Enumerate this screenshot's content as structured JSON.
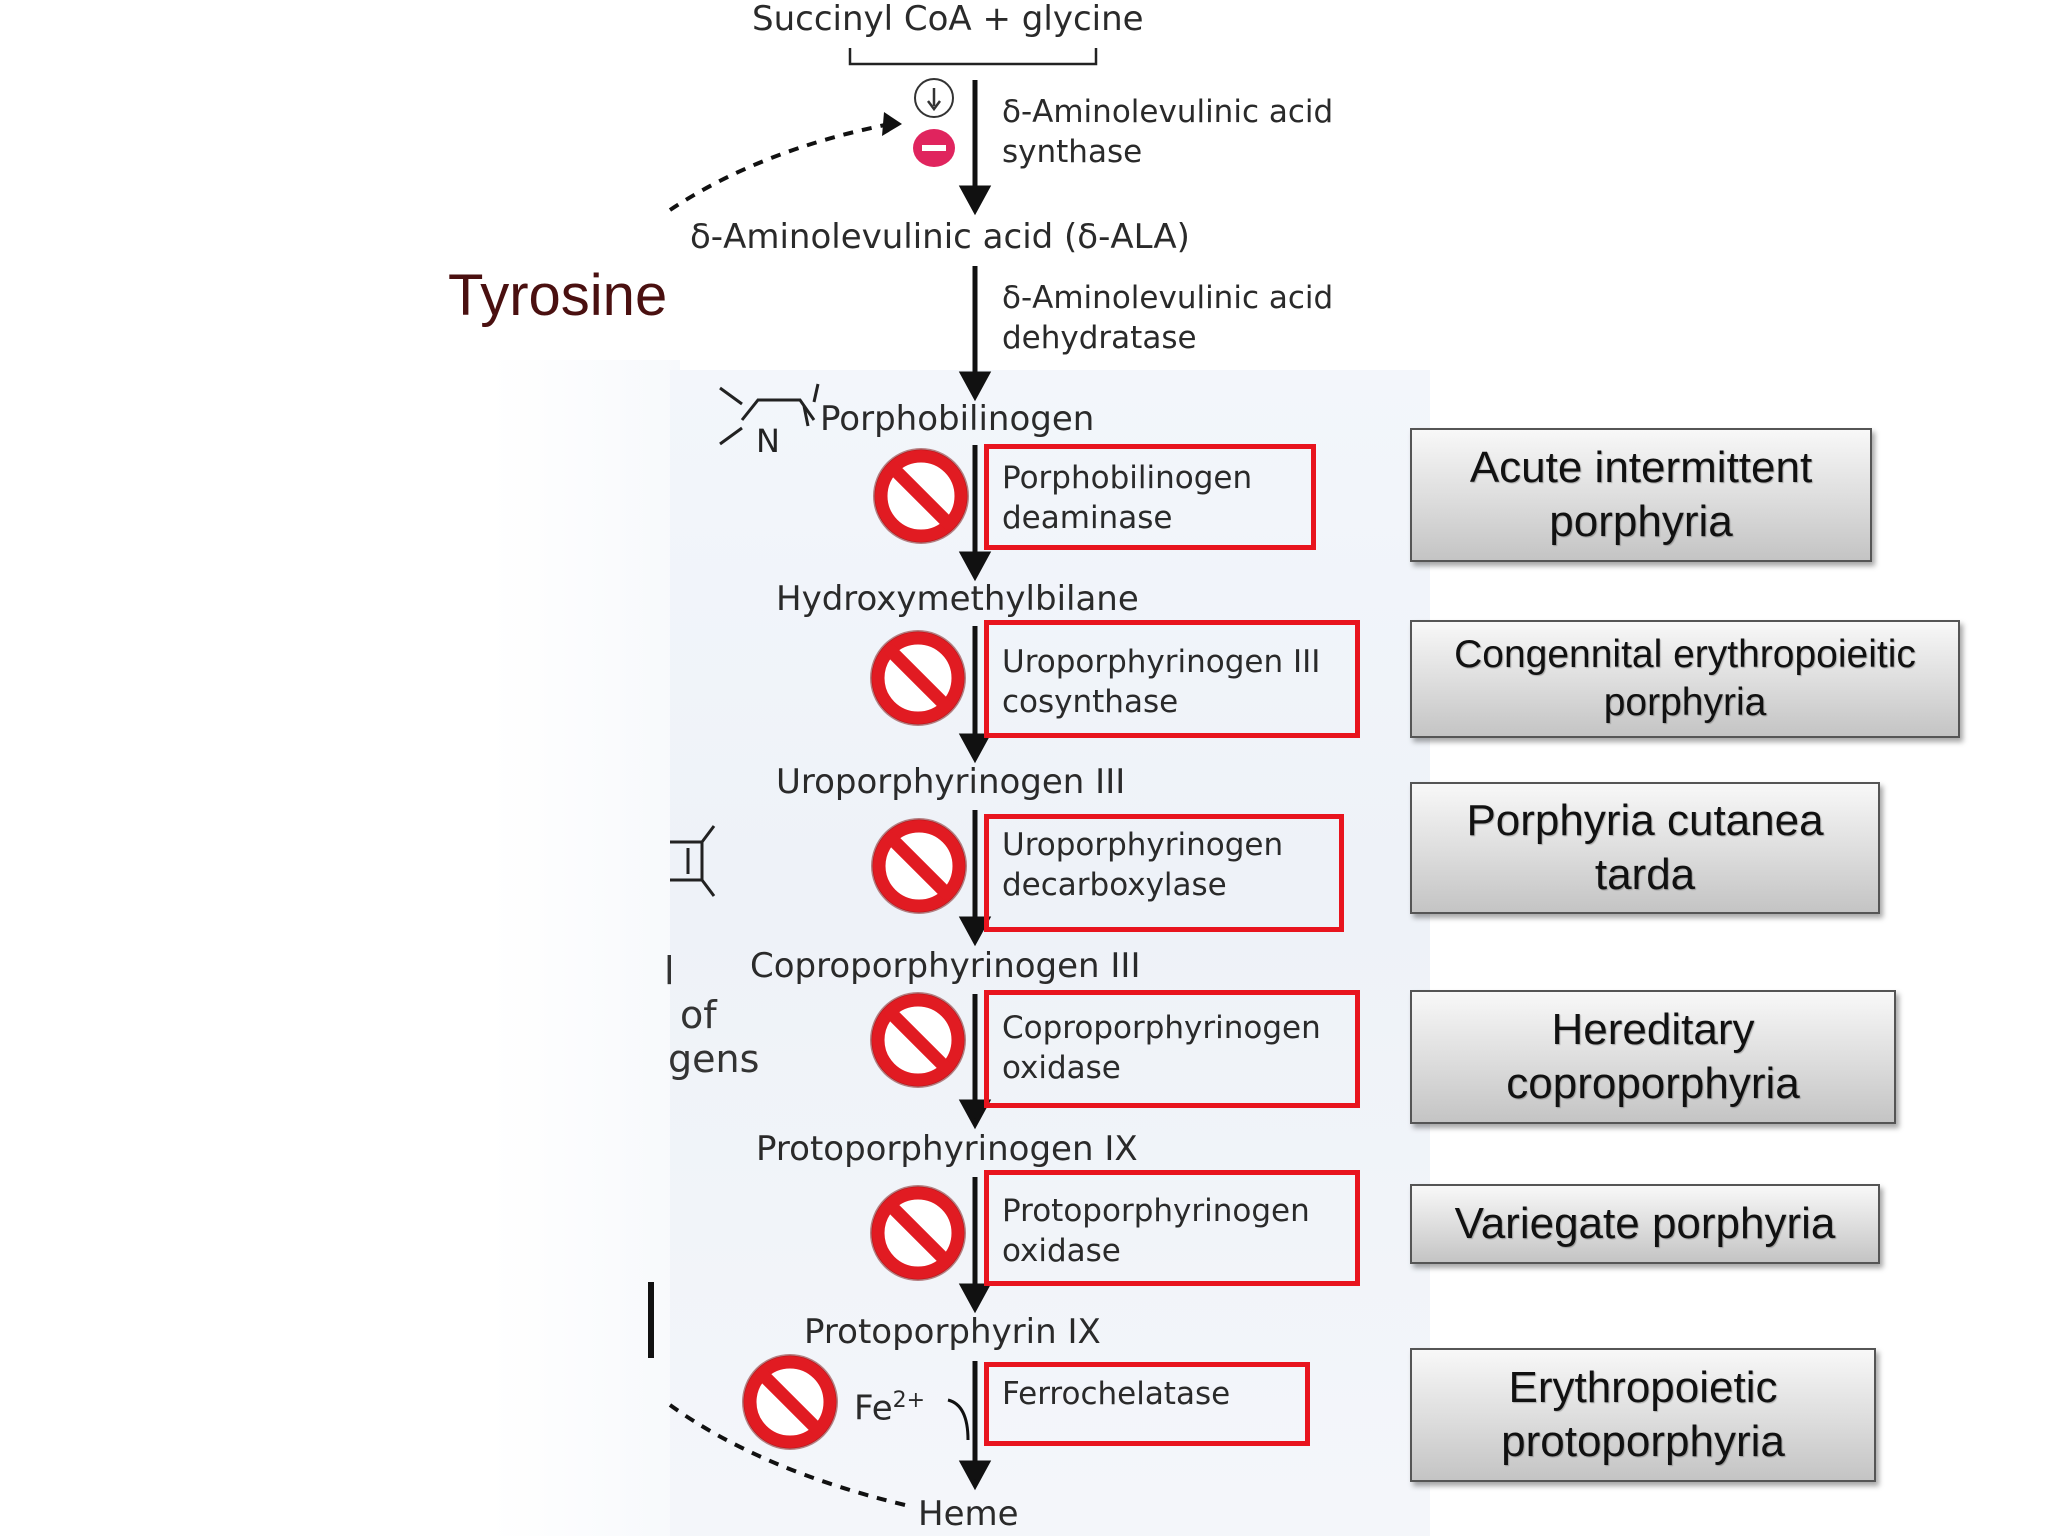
{
  "diagram": {
    "annotation": "Tyrosine",
    "compounds": {
      "start": "Succinyl CoA + glycine",
      "ala": "δ-Aminolevulinic acid (δ-ALA)",
      "pbg": "Porphobilinogen",
      "hmb": "Hydroxymethylbilane",
      "uro": "Uroporphyrinogen III",
      "copro": "Coproporphyrinogen III",
      "proto_gen": "Protoporphyrinogen IX",
      "proto": "Protoporphyrin IX",
      "heme": "Heme",
      "iron": "Fe",
      "iron_charge": "2+"
    },
    "enzymes": {
      "alas": "δ-Aminolevulinic acid\nsynthase",
      "alad": "δ-Aminolevulinic acid\ndehydratase",
      "pbgd": "Porphobilinogen\ndeaminase",
      "uros": "Uroporphyrinogen III\ncosynthase",
      "urod": "Uroporphyrinogen\ndecarboxylase",
      "cpox": "Coproporphyrinogen\noxidase",
      "ppox": "Protoporphyrinogen\noxidase",
      "fech": "Ferrochelatase"
    },
    "diseases": {
      "aip": "Acute intermittent\nporphyria",
      "cep": "Congennital erythropoieitic\nporphyria",
      "pct": "Porphyria cutanea\ntarda",
      "hcp": "Hereditary\ncoproporphyria",
      "vp": "Variegate porphyria",
      "epp": "Erythropoietic\nprotoporphyria"
    },
    "cut_text": [
      "l",
      "of",
      "gens"
    ],
    "colors": {
      "highlight": "#e8141e",
      "block": "#e11b22",
      "inhibit": "#e0245e",
      "annotation": "#4a1010"
    }
  }
}
